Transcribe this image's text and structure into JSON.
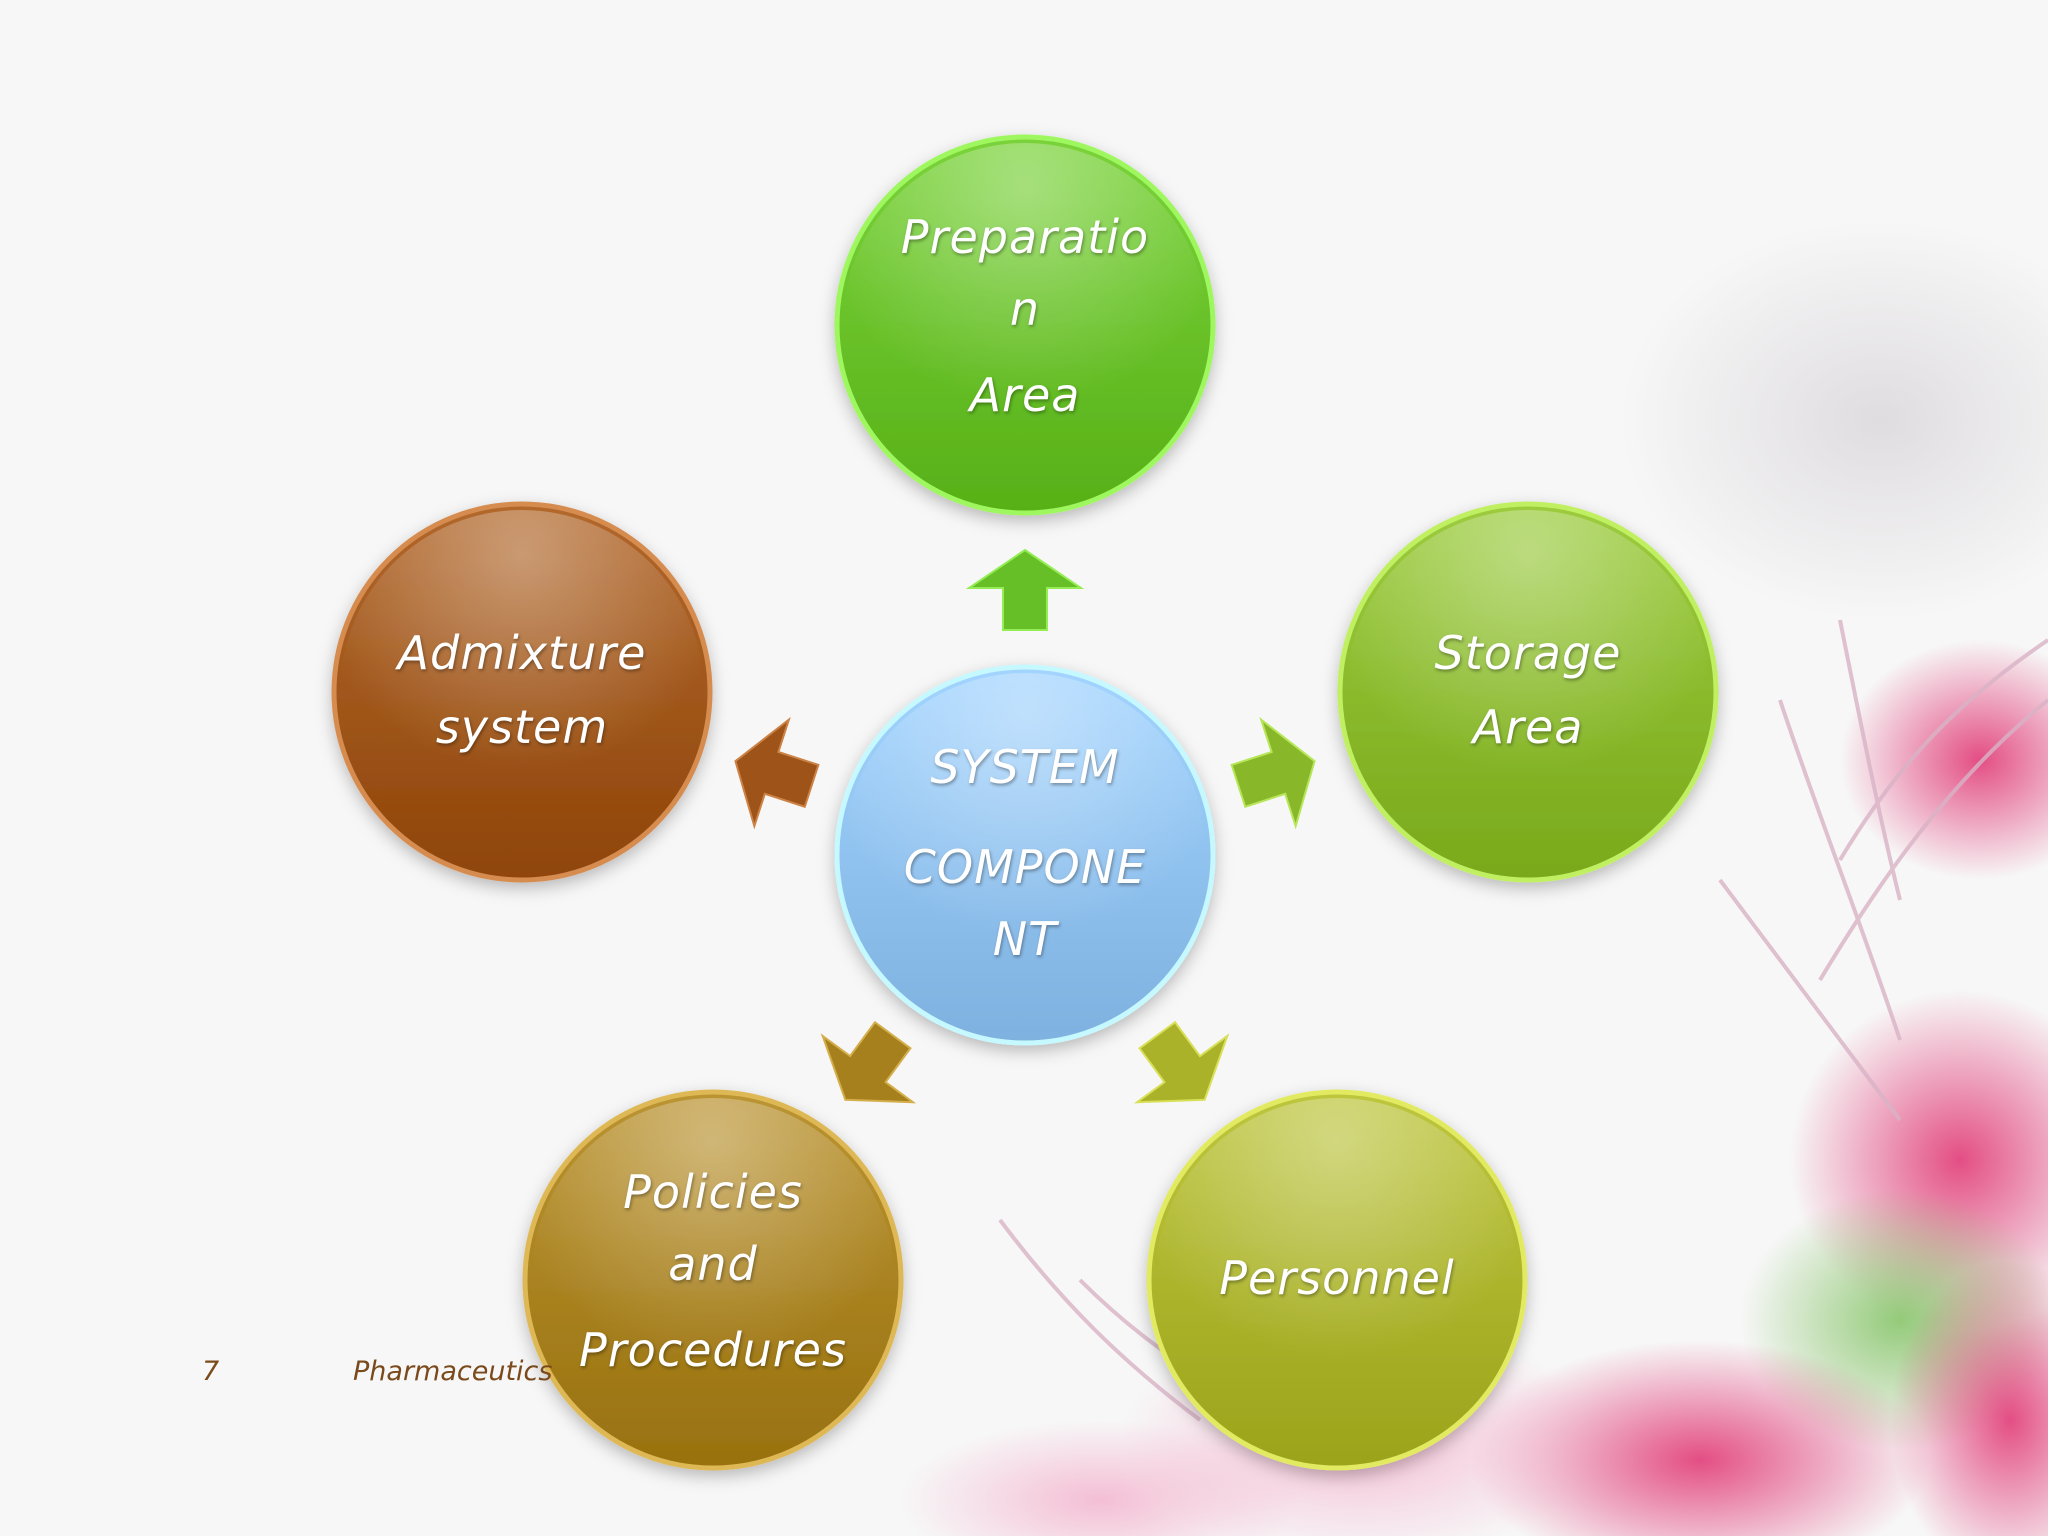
{
  "diagram": {
    "center": {
      "lines": [
        "SYSTEM",
        "COMPONE",
        "NT"
      ],
      "color": "#8ec0ef"
    },
    "nodes": [
      {
        "id": "preparation-area",
        "lines": [
          "Preparatio",
          "n",
          "Area"
        ],
        "color": "#66bf26"
      },
      {
        "id": "storage-area",
        "lines": [
          "Storage",
          "Area"
        ],
        "color": "#88b82a"
      },
      {
        "id": "personnel",
        "lines": [
          "Personnel"
        ],
        "color": "#aab22a"
      },
      {
        "id": "policies-and-procedures",
        "lines": [
          "Policies",
          "and",
          "Procedures"
        ],
        "color": "#a7801e"
      },
      {
        "id": "admixture-system",
        "lines": [
          "Admixture",
          "system"
        ],
        "color": "#9e5418"
      }
    ]
  },
  "footer": {
    "page_number": "7",
    "label": "Pharmaceutics"
  }
}
